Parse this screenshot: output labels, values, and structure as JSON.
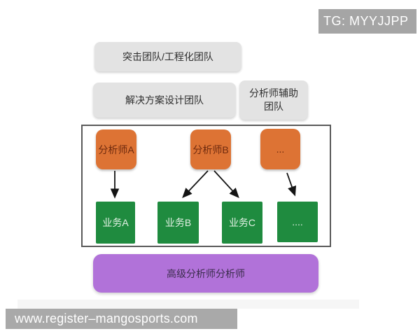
{
  "badge": {
    "text": "TG: MYYJJPP"
  },
  "teams": {
    "strike": "突击团队/工程化团队",
    "solution": "解决方案设计团队",
    "assist": "分析师辅助团队"
  },
  "analysts": [
    {
      "label": "分析师A"
    },
    {
      "label": "分析师B"
    },
    {
      "label": "..."
    }
  ],
  "businesses": [
    {
      "label": "业务A"
    },
    {
      "label": "业务B"
    },
    {
      "label": "业务C"
    },
    {
      "label": "...."
    }
  ],
  "senior_box": {
    "label": "高级分析师分析师"
  },
  "edges": [
    {
      "from": "分析师A",
      "to": "业务A"
    },
    {
      "from": "分析师B",
      "to": "业务B"
    },
    {
      "from": "分析师B",
      "to": "业务C"
    },
    {
      "from": "...",
      "to": "...."
    }
  ],
  "footer": {
    "website": "www.register–mangosports.com"
  },
  "colors": {
    "analyst_orange": "#dd7334",
    "business_green": "#1f8b3f",
    "senior_purple": "#b172d9",
    "team_gray": "#e3e3e3",
    "badge_gray": "#a5a5a5",
    "footer_gray": "#a9a9a9"
  }
}
